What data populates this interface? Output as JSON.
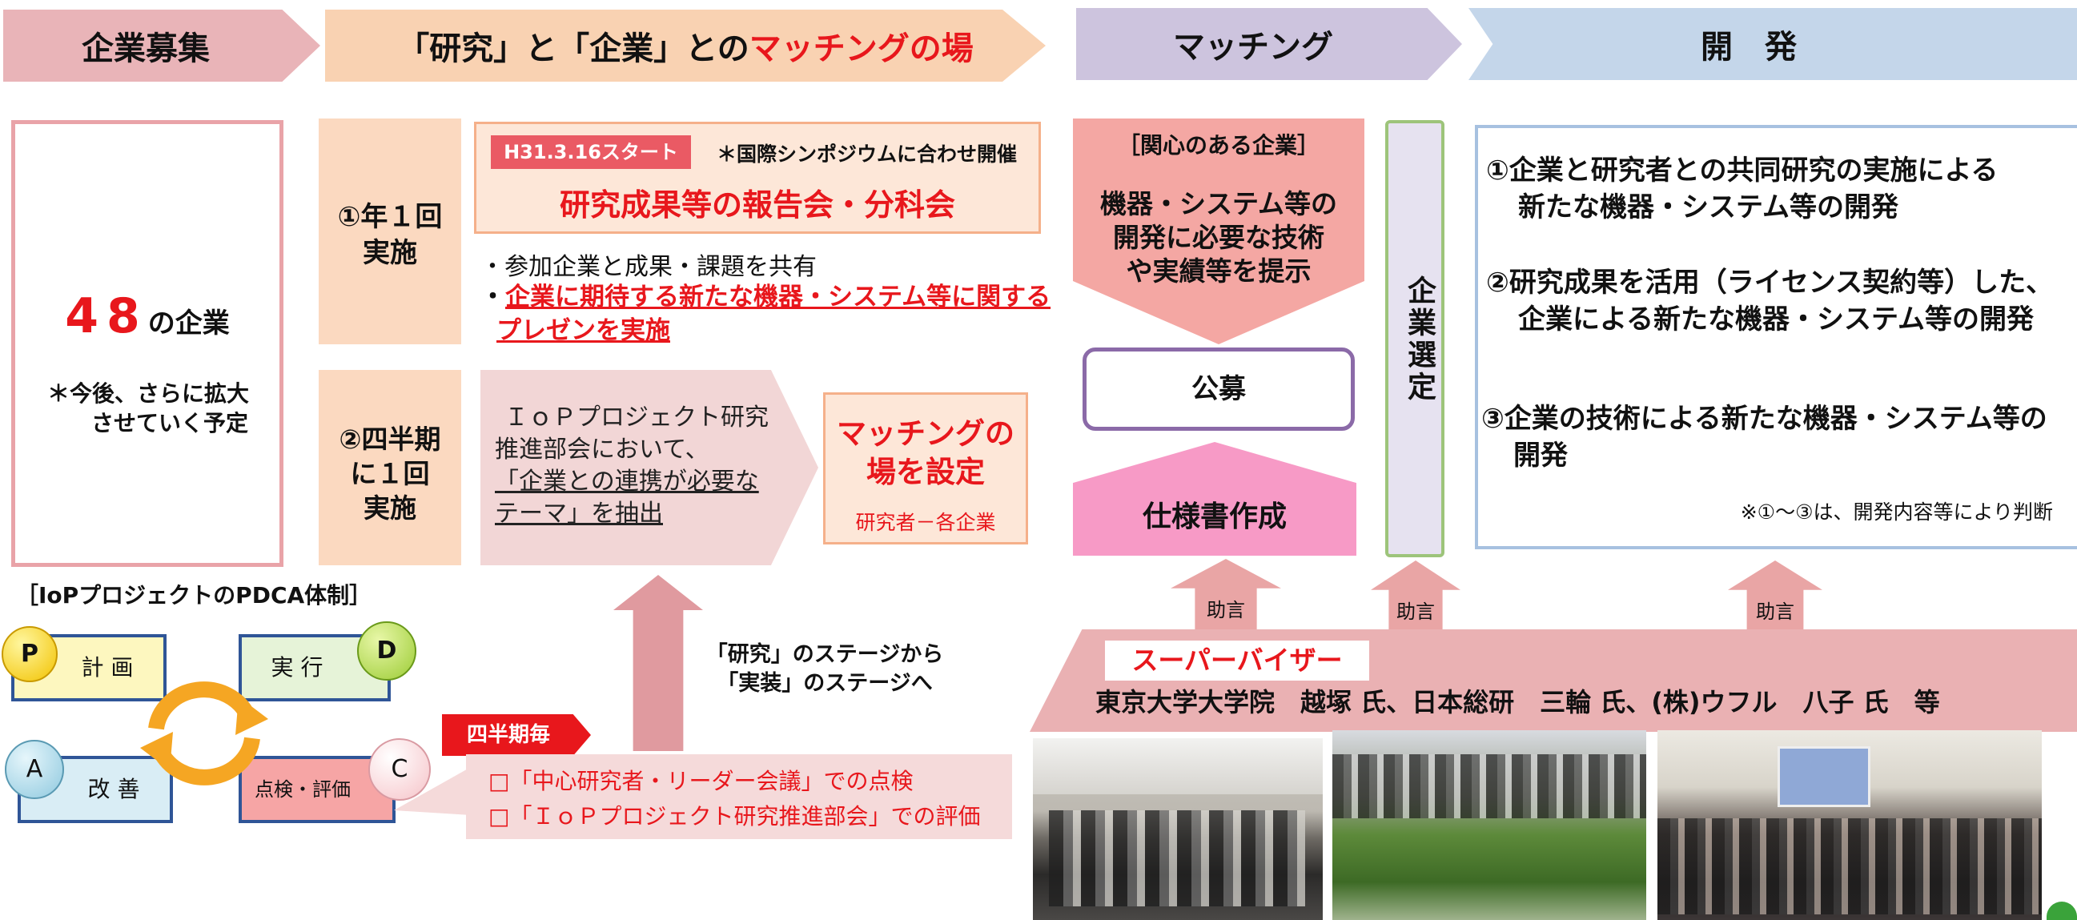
{
  "stages": {
    "recruit": "企業募集",
    "matching_place_a": "「研究」と「企業」との",
    "matching_place_b": "マッチングの場",
    "matching": "マッチング",
    "development": "開　発"
  },
  "recruit_box": {
    "count": "48",
    "count_suffix": "の企業",
    "note_line1": "＊今後、さらに拡大",
    "note_line2": "させていく予定"
  },
  "annual": {
    "label_line1": "①年１回",
    "label_line2": "実施",
    "start_badge": "H31.3.16スタート",
    "symposium_note": "＊国際シンポジウムに合わせ開催",
    "title": "研究成果等の報告会・分科会",
    "bullet1": "・参加企業と成果・課題を共有",
    "bullet2_prefix": "・",
    "bullet2_line1": "企業に期待する新たな機器・システム等に関する",
    "bullet2_line2": "プレゼンを実施"
  },
  "quarterly": {
    "label_line1": "②四半期",
    "label_line2": "に１回",
    "label_line3": "実施",
    "text_line1": "ＩｏＰプロジェクト研究",
    "text_line2": "推進部会において、",
    "text_line3": "「企業との連携が必要な",
    "text_line4": "テーマ」を抽出",
    "set_line1": "マッチングの",
    "set_line2": "場を設定",
    "set_sub": "研究者－各企業"
  },
  "matching_col": {
    "interested_header": "［関心のある企業］",
    "interested_line1": "機器・システム等の",
    "interested_line2": "開発に必要な技術",
    "interested_line3": "や実績等を提示",
    "public_offer": "公募",
    "spec": "仕様書作成",
    "selection": "企業選定"
  },
  "development_box": {
    "item1_line1": "①企業と研究者との共同研究の実施による",
    "item1_line2": "新たな機器・システム等の開発",
    "item2_line1": "②研究成果を活用（ライセンス契約等）した、",
    "item2_line2": "企業による新たな機器・システム等の開発",
    "item3_line1": "③企業の技術による新たな機器・システム等の",
    "item3_line2": "開発",
    "note": "※①～③は、開発内容等により判断"
  },
  "advice_label": "助言",
  "supervisor": {
    "label": "スーパーバイザー",
    "names": "東京大学大学院　越塚 氏、日本総研　三輪 氏、(株)ウフル　八子 氏　等"
  },
  "stage_arrow_text_line1": "「研究」のステージから",
  "stage_arrow_text_line2": "「実装」のステージへ",
  "pdca": {
    "title": "［IoPプロジェクトのPDCA体制］",
    "p_letter": "P",
    "p_label": "計 画",
    "d_letter": "D",
    "d_label": "実 行",
    "a_letter": "A",
    "a_label": "改 善",
    "c_letter": "C",
    "c_label": "点検・評価",
    "quarterly_tag": "四半期毎",
    "check_line1": "□「中心研究者・リーダー会議」での点検",
    "check_line2": "□「ＩｏＰプロジェクト研究推進部会」での評価"
  },
  "colors": {
    "recruit_stage": "#e9b4b8",
    "place_stage": "#f9d2b2",
    "matching_stage": "#cdc4de",
    "development_stage": "#c4d6ea",
    "salmon": "#f4a7a3",
    "pink_spec": "#f79ac6",
    "accent_red": "#e8171c"
  }
}
